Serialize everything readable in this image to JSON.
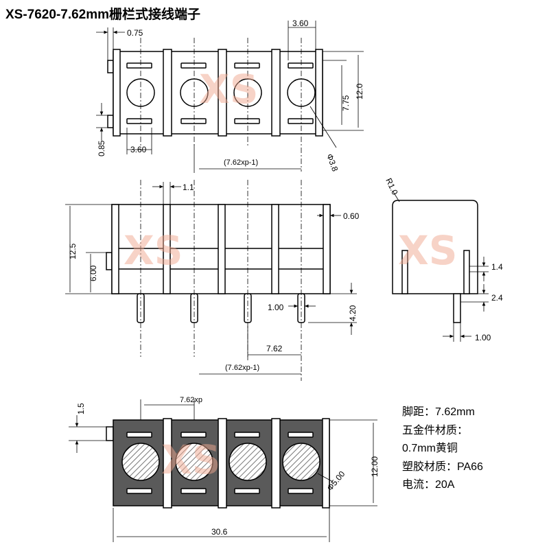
{
  "title": "XS-7620-7.62mm栅栏式接线端子",
  "specs": [
    "脚距：7.62mm",
    "五金件材质：",
    "0.7mm黄铜",
    "塑胶材质：PA66",
    "电流：20A"
  ],
  "watermark": "XS",
  "top_view": {
    "dims": {
      "top_left": "0.75",
      "top_right": "3.60",
      "right_inner": "7.75",
      "right_outer": "12.0",
      "left_small": "0.85",
      "bottom_left": "3.60",
      "pitch": "(7.62xp-1)",
      "hole": "Φ3.8"
    }
  },
  "front_view": {
    "dims": {
      "top": "1.1",
      "right_top": "0.60",
      "left_outer": "12.5",
      "left_inner": "6.00",
      "pin_width": "1.00",
      "pin_len": "4.20",
      "pitch": "7.62",
      "span": "(7.62xp-1)"
    }
  },
  "side_view": {
    "dims": {
      "radius": "R1.0",
      "a": "1.4",
      "b": "2.4",
      "c": "1.00"
    }
  },
  "bottom_view": {
    "dims": {
      "pitch": "7.62xp",
      "left": "1.5",
      "right": "12.00",
      "hole": "Φ5.00",
      "width": "30.6"
    }
  },
  "colors": {
    "line": "#000000",
    "body_fill": "#5a5a5a",
    "watermark": "#f0a890"
  }
}
